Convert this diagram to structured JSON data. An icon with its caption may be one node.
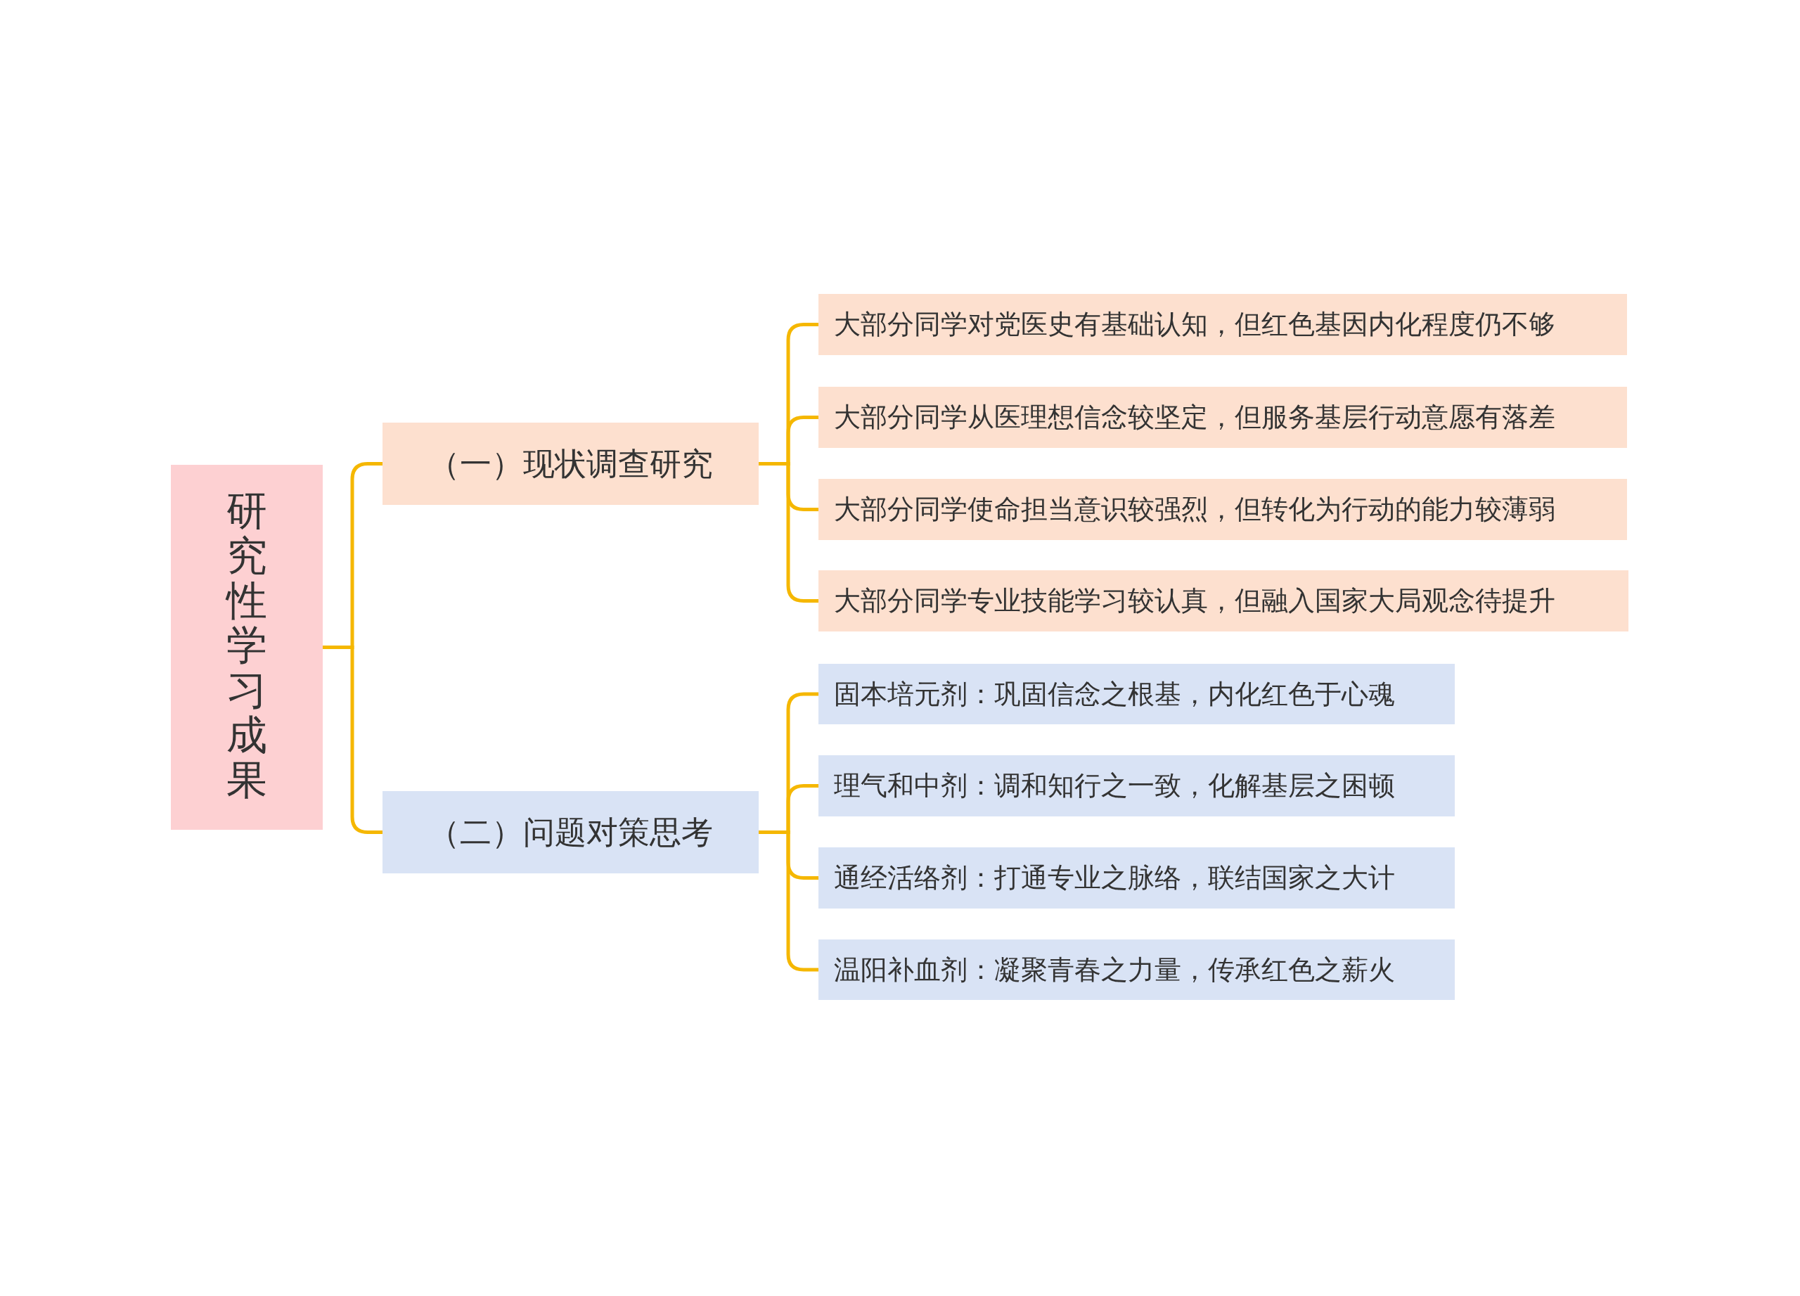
{
  "diagram": {
    "nodes": [
      {
        "text": [
          "研究性学习成果"
        ]
      },
      {
        "text": [
          "（一）现状调查研究"
        ]
      },
      {
        "text": [
          "大部分同学对党医史有基础认知，但红色基因内化程度仍不够"
        ]
      },
      {
        "text": [
          "大部分同学从医理想信念较坚定，但服务基层行动意愿有落差"
        ]
      },
      {
        "text": [
          "大部分同学使命担当意识较强烈，但转化为行动的能力较薄弱"
        ]
      },
      {
        "text": [
          "大部分同学专业技能学习较认真，但融入国家大局观念待提升"
        ]
      },
      {
        "text": [
          "（二）问题对策思考"
        ]
      },
      {
        "text": [
          "固本培元剂：巩固信念之根基，内化红色于心魂"
        ]
      },
      {
        "text": [
          "理气和中剂：调和知行之一致，化解基层之困顿"
        ]
      },
      {
        "text": [
          "通经活络剂：打通专业之脉络，联结国家之大计"
        ]
      },
      {
        "text": [
          "温阳补血剂：凝聚青春之力量，传承红色之薪火"
        ]
      }
    ],
    "edges": [
      {
        "from": 0,
        "to": 1,
        "arrow": "none"
      },
      {
        "from": 0,
        "to": 6,
        "arrow": "none"
      },
      {
        "from": 1,
        "to": 2,
        "arrow": "none"
      },
      {
        "from": 1,
        "to": 3,
        "arrow": "none"
      },
      {
        "from": 1,
        "to": 4,
        "arrow": "none"
      },
      {
        "from": 1,
        "to": 5,
        "arrow": "none"
      },
      {
        "from": 6,
        "to": 7,
        "arrow": "none"
      },
      {
        "from": 6,
        "to": 8,
        "arrow": "none"
      },
      {
        "from": 6,
        "to": 9,
        "arrow": "none"
      },
      {
        "from": 6,
        "to": 10,
        "arrow": "none"
      }
    ]
  }
}
